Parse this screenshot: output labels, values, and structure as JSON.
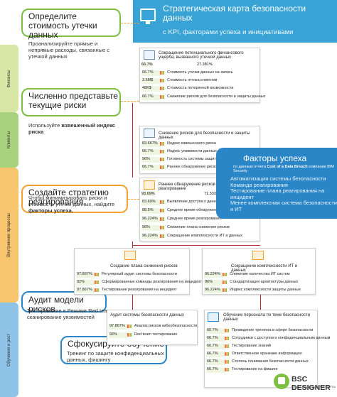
{
  "header": {
    "title": "Стратегическая карта безопасности данных",
    "subtitle": "с KPI, факторами успеха и инициативами"
  },
  "bands": {
    "financial": "Финансы",
    "clients": "Клиенты",
    "internal": "Внутренние процессы",
    "learning": "Обучение и рост"
  },
  "callouts": {
    "c1": {
      "title": "Определите стоимость утечки данных",
      "text": "Проанализируйте прямые и непрямые расходы, связанные с утечкой данных"
    },
    "c2": {
      "title": "Численно представьте текущие риски",
      "text_prefix": "Используйте ",
      "text_bold": "взвешенный индекс риска"
    },
    "c3": {
      "title": "Создайте стратегию реагирования",
      "text_prefix": "Чтобы минимизировать риски и стоимость утечки данных, найдите ",
      "text_bold": "факторы успеха."
    },
    "c4": {
      "title": "Аудит модели рисков",
      "text": "Тестирование в Режиме Red team, сканирование уязвимостей"
    },
    "c5": {
      "title": "Сфокусируйте обучение",
      "text": "Тренинг по защите конфиденциальных данных, фишингу"
    }
  },
  "panels": {
    "financial": {
      "title": "Сокращение потенциального финансового ущерба, вызванного утечкой данных",
      "head": [
        "66.7%",
        "27.381%"
      ],
      "rows": [
        {
          "value": "66.7%",
          "name": "Стоимость утечки данных на запись"
        },
        {
          "value": "3.5M$",
          "name": "Стоимость оттока клиентов"
        },
        {
          "value": "48K$",
          "name": "Стоимость потерянной возможности"
        },
        {
          "value": "66.7%",
          "name": "Снижение рисков для безопасности и защиты данных"
        }
      ]
    },
    "clients": {
      "title": "Снижение рисков для безопасности и защиты данных",
      "rows": [
        {
          "value": "83.667%",
          "name": "Индекс взвешенного риска"
        },
        {
          "value": "66.7%",
          "name": "Индекс уязвимости данных"
        },
        {
          "value": "96%",
          "name": "Готовность системы защиты данных"
        },
        {
          "value": "66.7%",
          "name": "Раннее обнаружение рисков"
        }
      ]
    },
    "internal": {
      "title": "Раннее обнаружение рисков и быстрое реагирование",
      "head": [
        "93.69%",
        "71.333%"
      ],
      "rows": [
        {
          "value": "83.69%",
          "name": "Выявление доступа к данным с высоким риском"
        },
        {
          "value": "88.5%",
          "name": "Среднее время обнаружения"
        },
        {
          "value": "96.224%",
          "name": "Среднее время реагирования"
        },
        {
          "value": "96%",
          "name": "Снижение плана снижения рисков"
        },
        {
          "value": "96.224%",
          "name": "Сокращение комплексности ИТ и данных"
        }
      ]
    },
    "risk": {
      "title": "Создание плана снижения рисков",
      "rows": [
        {
          "value": "97.867%",
          "name": "Регулярный аудит системы безопасности"
        },
        {
          "value": "92%",
          "name": "Сформированные команды реагирования на инциденты"
        },
        {
          "value": "97.867%",
          "name": "Тестирование реагирования на инцидент"
        }
      ]
    },
    "complexity": {
      "title": "Сокращение комплексности ИТ и данных",
      "rows": [
        {
          "value": "96.224%",
          "name": "Снижение количества ИТ систем"
        },
        {
          "value": "96%",
          "name": "Стандартизация архитектуры данных"
        },
        {
          "value": "96.224%",
          "name": "Индекс комплексности защиты данных"
        }
      ]
    },
    "audit": {
      "title": "Аудит системы безопасности данных",
      "rows": [
        {
          "value": "97.867%",
          "name": "Анализ рисков кибербезопасности"
        },
        {
          "value": "92%",
          "name": "Red team тестирование"
        }
      ]
    },
    "training": {
      "title": "Обучение персонала по теме безопасности данных",
      "rows": [
        {
          "value": "66.7%",
          "name": "Проведение тренинга в сфере безопасности"
        },
        {
          "value": "66.7%",
          "name": "Сотрудники с доступом к конфиденциальным данным"
        },
        {
          "value": "66.7%",
          "name": "Тестирование знаний"
        },
        {
          "value": "66.7%",
          "name": "Ответственное хранение информации"
        },
        {
          "value": "66.7%",
          "name": "Степень понимания безопасности данных"
        },
        {
          "value": "66.7%",
          "name": "Тестирование на фишинг"
        }
      ]
    }
  },
  "factors": {
    "title": "Факторы успеха",
    "source_prefix": "по данным отчета ",
    "source_bold": "Cost of a Data Breach",
    "source_suffix": " компании IBM Security",
    "items": [
      "Автоматизация системы безопасности",
      "Команда реагирования",
      "Тестирование плана реагирования на инцидент",
      "Менее комплексная система безопасности и ИТ"
    ]
  },
  "logo": {
    "name": "BSC DESIGNER",
    "tagline": "KPI И СТРАТЕГИЧЕСКИЕ КАРТЫ"
  },
  "colors": {
    "header": "#3aa3d6",
    "factors": "#2a86c6",
    "accent_green": "#7cbf41",
    "accent_orange": "#f2a132",
    "link_red": "#c2272d"
  }
}
